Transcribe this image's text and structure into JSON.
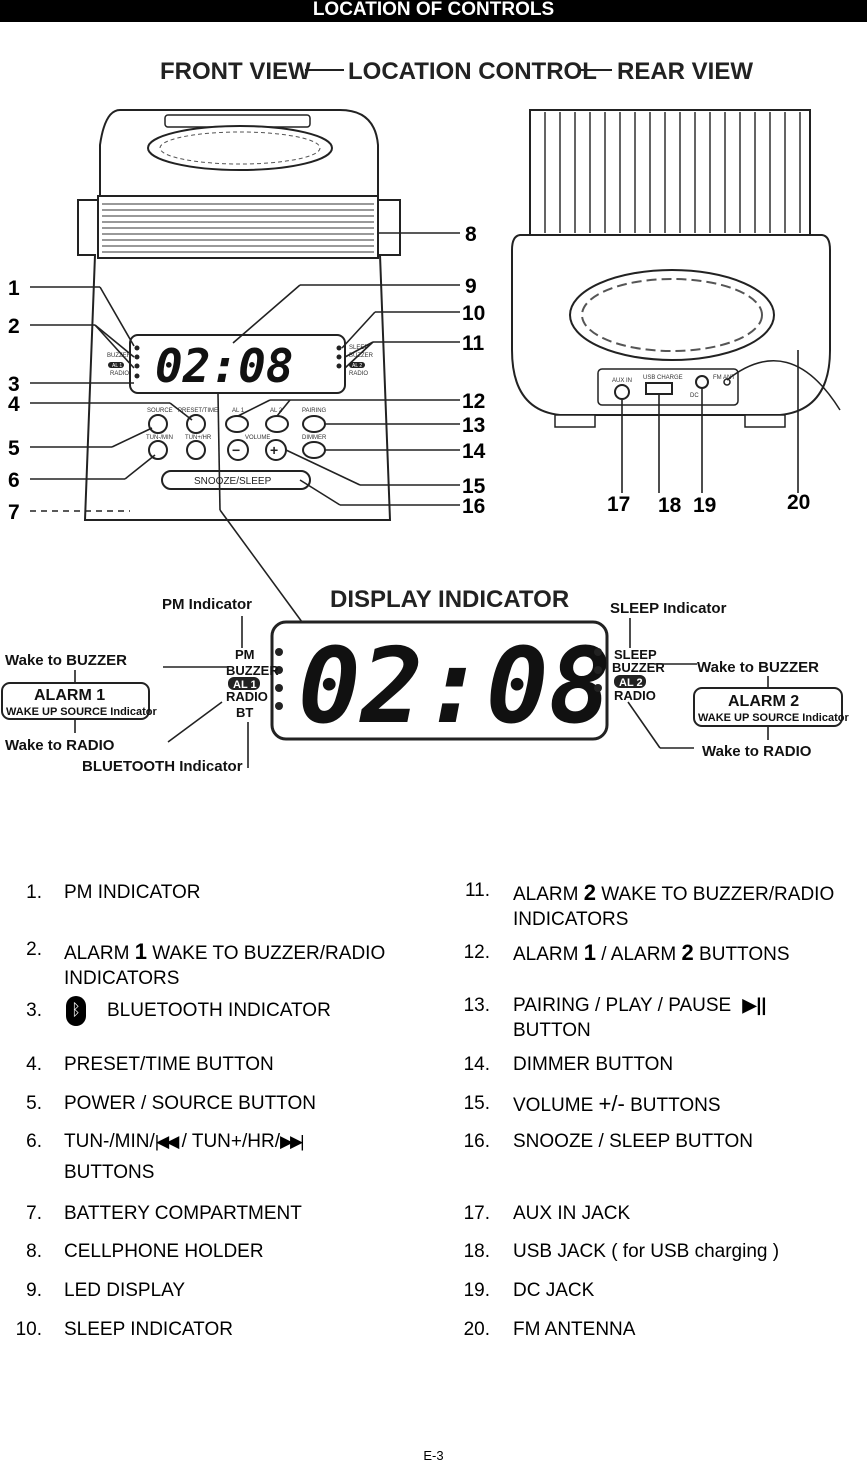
{
  "header": {
    "title": "LOCATION OF CONTROLS"
  },
  "figure": {
    "heading_front": "FRONT VIEW",
    "heading_center": "LOCATION CONTROL",
    "heading_rear": "REAR VIEW",
    "clock_time": "02:08",
    "callouts": [
      "1",
      "2",
      "3",
      "4",
      "5",
      "6",
      "7",
      "8",
      "9",
      "10",
      "11",
      "12",
      "13",
      "14",
      "15",
      "16",
      "17",
      "18",
      "19",
      "20"
    ],
    "front_labels": {
      "source": "SOURCE",
      "preset": "PRESET/TIME",
      "al1": "AL 1",
      "al2": "AL 2",
      "pairing": "PAIRING",
      "tun_minus": "TUN-/MIN",
      "tun_plus": "TUN+/HR",
      "volume": "VOLUME",
      "dimmer": "DIMMER",
      "snooze": "SNOOZE/SLEEP",
      "buzzer": "BUZZER",
      "radio": "RADIO",
      "sleep": "SLEEP",
      "al1_badge": "AL 1",
      "al2_badge": "AL 2"
    },
    "rear_labels": {
      "aux": "AUX IN",
      "usb": "USB CHARGE",
      "fm": "FM ANT",
      "dc": "DC"
    },
    "display_indicator": {
      "title": "DISPLAY INDICATOR",
      "pm_indicator": "PM Indicator",
      "sleep_indicator": "SLEEP Indicator",
      "bluetooth_indicator": "BLUETOOTH Indicator",
      "wake_buzzer": "Wake to BUZZER",
      "wake_radio": "Wake to RADIO",
      "alarm1": "ALARM 1",
      "alarm2": "ALARM 2",
      "wake_source": "WAKE UP SOURCE Indicator",
      "pm": "PM",
      "buzzer": "BUZZER",
      "al1": "AL 1",
      "radio": "RADIO",
      "bt": "BT",
      "sleep": "SLEEP",
      "al2": "AL 2"
    }
  },
  "controls": {
    "left": [
      {
        "num": "1.",
        "text": "PM INDICATOR"
      },
      {
        "num": "2.",
        "pre": "ALARM ",
        "big": "1",
        "post": " WAKE TO BUZZER/RADIO INDICATORS"
      },
      {
        "num": "3.",
        "text": "BLUETOOTH INDICATOR"
      },
      {
        "num": "4.",
        "text": "PRESET/TIME BUTTON"
      },
      {
        "num": "5.",
        "text": "POWER / SOURCE BUTTON"
      },
      {
        "num": "6.",
        "pre": "TUN-/MIN/",
        "mid": " / TUN+/HR/",
        "post": "BUTTONS"
      },
      {
        "num": "7.",
        "text": "BATTERY COMPARTMENT"
      },
      {
        "num": "8.",
        "text": "CELLPHONE HOLDER"
      },
      {
        "num": "9.",
        "text": "LED DISPLAY"
      },
      {
        "num": "10.",
        "text": "SLEEP INDICATOR"
      }
    ],
    "right": [
      {
        "num": "11.",
        "pre": "ALARM ",
        "big": "2",
        "post": " WAKE TO BUZZER/RADIO INDICATORS"
      },
      {
        "num": "12.",
        "pre": "ALARM ",
        "big": "1",
        "mid": " / ALARM ",
        "big2": "2",
        "post": " BUTTONS"
      },
      {
        "num": "13.",
        "pre": "PAIRING / PLAY / PAUSE",
        "post": "BUTTON"
      },
      {
        "num": "14.",
        "text": "DIMMER BUTTON"
      },
      {
        "num": "15.",
        "pre": "VOLUME ",
        "big": "+/-",
        "post": " BUTTONS"
      },
      {
        "num": "16.",
        "text": "SNOOZE / SLEEP BUTTON"
      },
      {
        "num": "17.",
        "text": "AUX IN JACK"
      },
      {
        "num": "18.",
        "text": "USB JACK ( for USB charging )"
      },
      {
        "num": "19.",
        "text": "DC JACK"
      },
      {
        "num": "20.",
        "text": "FM ANTENNA"
      }
    ]
  },
  "footer": {
    "page": "E-3"
  }
}
